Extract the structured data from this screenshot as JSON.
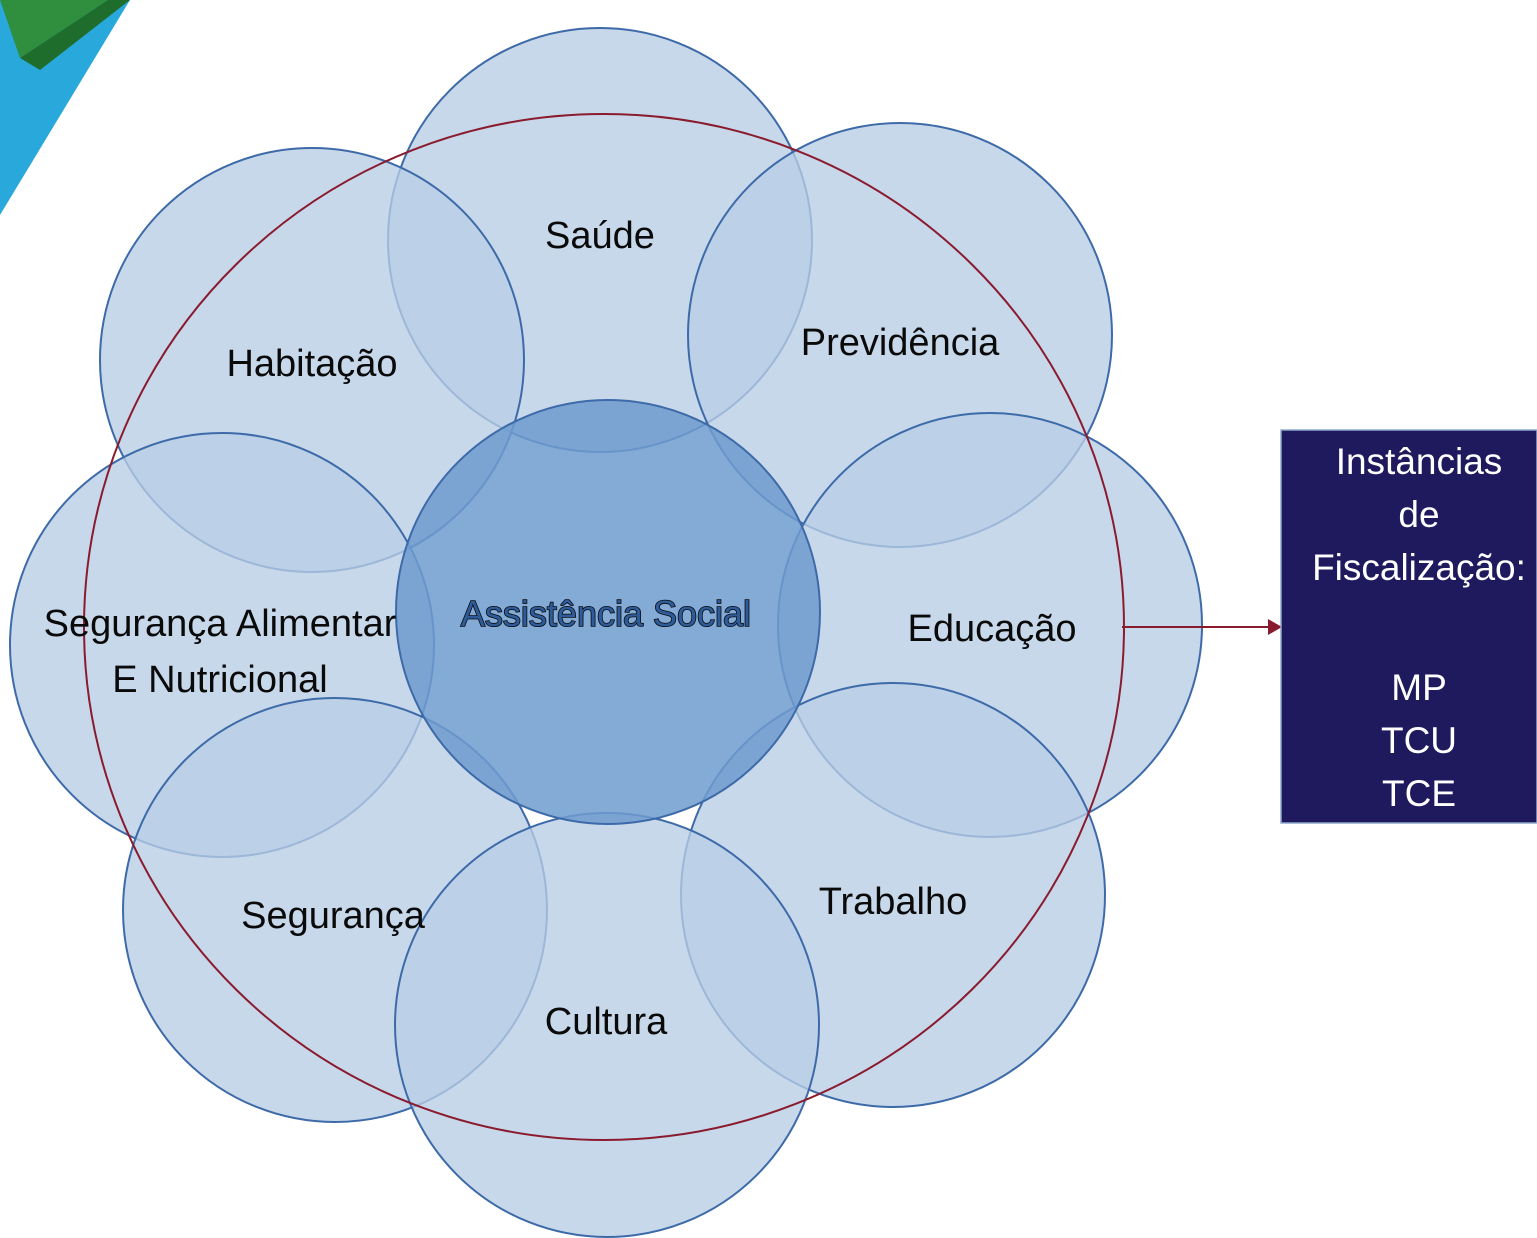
{
  "diagram": {
    "center_label": "Assistência Social",
    "domains": [
      {
        "id": "saude",
        "label": "Saúde"
      },
      {
        "id": "previdencia",
        "label": "Previdência"
      },
      {
        "id": "habitacao",
        "label": "Habitação"
      },
      {
        "id": "educacao",
        "label": "Educação"
      },
      {
        "id": "seguranca-alimentar",
        "label": "Segurança Alimentar",
        "label2": "E Nutricional"
      },
      {
        "id": "trabalho",
        "label": "Trabalho"
      },
      {
        "id": "seguranca",
        "label": "Segurança"
      },
      {
        "id": "cultura",
        "label": "Cultura"
      }
    ],
    "fiscalizacao_box": {
      "lines": [
        "Instâncias",
        "de",
        "Fiscalização:"
      ],
      "items": [
        "MP",
        "TCU",
        "TCE"
      ]
    }
  },
  "colors": {
    "satellite_fill": "#b9cde6",
    "center_fill": "#6f9bcf",
    "circle_stroke": "#3d6aa8",
    "outer_ring": "#8a1b2e",
    "box_fill": "#1f1a5e",
    "logo_green": "#2e8b3e",
    "logo_blue": "#1fa6d9"
  }
}
